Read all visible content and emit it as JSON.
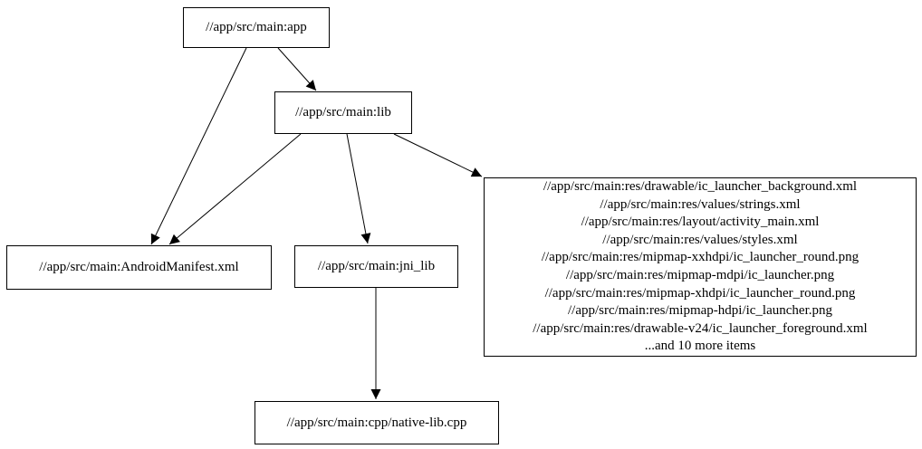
{
  "diagram": {
    "kind": "build-dependency-graph",
    "background_color": "#ffffff",
    "node_border_color": "#000000",
    "node_fill_color": "#ffffff",
    "text_color": "#000000",
    "edge_color": "#000000",
    "nodes": {
      "app": {
        "label": "//app/src/main:app"
      },
      "lib": {
        "label": "//app/src/main:lib"
      },
      "manifest": {
        "label": "//app/src/main:AndroidManifest.xml"
      },
      "jni_lib": {
        "label": "//app/src/main:jni_lib"
      },
      "cpp": {
        "label": "//app/src/main:cpp/native-lib.cpp"
      },
      "res": {
        "lines": [
          "//app/src/main:res/drawable/ic_launcher_background.xml",
          "//app/src/main:res/values/strings.xml",
          "//app/src/main:res/layout/activity_main.xml",
          "//app/src/main:res/values/styles.xml",
          "//app/src/main:res/mipmap-xxhdpi/ic_launcher_round.png",
          "//app/src/main:res/mipmap-mdpi/ic_launcher.png",
          "//app/src/main:res/mipmap-xhdpi/ic_launcher_round.png",
          "//app/src/main:res/mipmap-hdpi/ic_launcher.png",
          "//app/src/main:res/drawable-v24/ic_launcher_foreground.xml",
          "...and 10 more items"
        ]
      }
    },
    "edges": [
      {
        "from": "app",
        "to": "manifest"
      },
      {
        "from": "app",
        "to": "lib"
      },
      {
        "from": "lib",
        "to": "manifest"
      },
      {
        "from": "lib",
        "to": "jni_lib"
      },
      {
        "from": "lib",
        "to": "res"
      },
      {
        "from": "jni_lib",
        "to": "cpp"
      }
    ]
  }
}
